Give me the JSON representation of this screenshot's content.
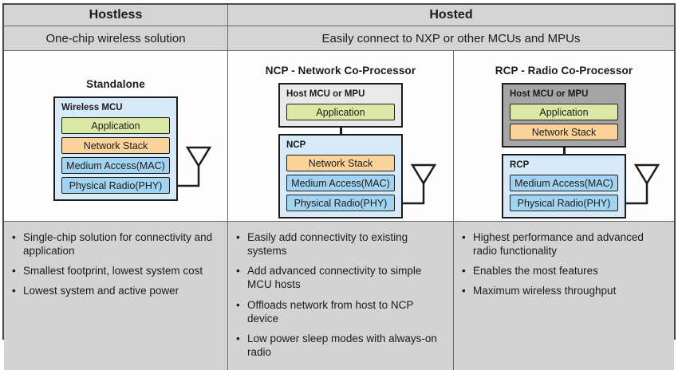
{
  "ui": {
    "bullet_char": "•"
  },
  "colors": {
    "header_bg": "#d4d4d4",
    "body_bg": "#fdfdfd",
    "bullets_bg": "#d3d3d3",
    "border_outer": "#4a4a4a",
    "border_inner": "#6a6a6a",
    "chip_light_blue": "#d6eaf8",
    "layer_blue": "#a2d3f0",
    "layer_green": "#dce9a6",
    "layer_orange": "#fad39b",
    "host_light_gray": "#e9e9e9",
    "host_dark_gray": "#a6a6a6",
    "box_border": "#1c1c1c",
    "text": "#1b1b1b"
  },
  "header": {
    "hostless": "Hostless",
    "hosted": "Hosted"
  },
  "subheader": {
    "hostless": "One-chip wireless solution",
    "hosted": "Easily connect to NXP or other MCUs and MPUs"
  },
  "diagrams": {
    "standalone": {
      "title": "Standalone",
      "chip_label": "Wireless MCU",
      "layers": [
        "Application",
        "Network Stack",
        "Medium Access(MAC)",
        "Physical Radio(PHY)"
      ]
    },
    "ncp": {
      "title": "NCP - Network Co-Processor",
      "host_label": "Host MCU or MPU",
      "host_layers": [
        "Application"
      ],
      "chip_label": "NCP",
      "chip_layers": [
        "Network Stack",
        "Medium Access(MAC)",
        "Physical Radio(PHY)"
      ]
    },
    "rcp": {
      "title": "RCP - Radio Co-Processor",
      "host_label": "Host MCU or MPU",
      "host_layers": [
        "Application",
        "Network Stack"
      ],
      "chip_label": "RCP",
      "chip_layers": [
        "Medium Access(MAC)",
        "Physical Radio(PHY)"
      ]
    }
  },
  "bullets": {
    "standalone": [
      "Single-chip solution for connectivity and application",
      "Smallest footprint, lowest system cost",
      "Lowest system and active power"
    ],
    "ncp": [
      "Easily add connectivity to existing systems",
      "Add advanced connectivity to simple MCU hosts",
      "Offloads network from host to NCP device",
      "Low power sleep modes with always-on radio"
    ],
    "rcp": [
      "Highest performance and advanced radio functionality",
      "Enables the most features",
      "Maximum wireless throughput"
    ]
  }
}
